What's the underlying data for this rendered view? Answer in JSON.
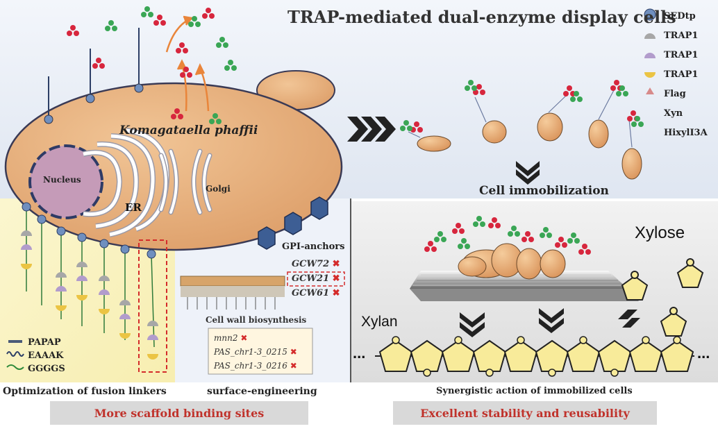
{
  "title": "TRAP-mediated dual-enzyme display cells",
  "cell": {
    "species": "Komagataella phaffii",
    "nucleus": "Nucleus",
    "er": "ER",
    "golgi": "Golgi"
  },
  "top": {
    "immobilization": "Cell immobilization"
  },
  "legend": [
    "SEDtp",
    "TRAP1",
    "TRAP1",
    "TRAP1",
    "Flag",
    "Xyn",
    "HixylI3A"
  ],
  "linkers": [
    "PAPAP",
    "EAAAK",
    "GGGGS"
  ],
  "surface": {
    "gpi_title": "GPI-anchors",
    "gpi": [
      "GCW72",
      "GCW21",
      "GCW61"
    ],
    "wall": "Cell wall biosynthesis",
    "genes": [
      "mnn2",
      "PAS_chr1-3_0215",
      "PAS_chr1-3_0216"
    ],
    "mark": "✖"
  },
  "synergy": {
    "xylose": "Xylose",
    "xylan": "Xylan",
    "dots": "..."
  },
  "captions": {
    "fusion": "Optimization of fusion linkers",
    "surface": "surface-engineering",
    "synergy": "Synergistic action of immobilized cells"
  },
  "banners": [
    "More scaffold binding sites",
    "Excellent stability and reusability"
  ],
  "colors": {
    "xyn": "#d7263d",
    "hixyl": "#3aa655",
    "sedtp": "#6f8fbf",
    "trap_gray": "#a7a7a7",
    "trap_purple": "#b29ccc",
    "trap_yellow": "#ebc444",
    "flag": "#d78a8a",
    "highlight": "#c0322b"
  },
  "icons": {
    "xyn": "red-three-lobed-enzyme",
    "hixyl": "green-three-lobed-enzyme",
    "delete_mark": "red-x-mark"
  }
}
